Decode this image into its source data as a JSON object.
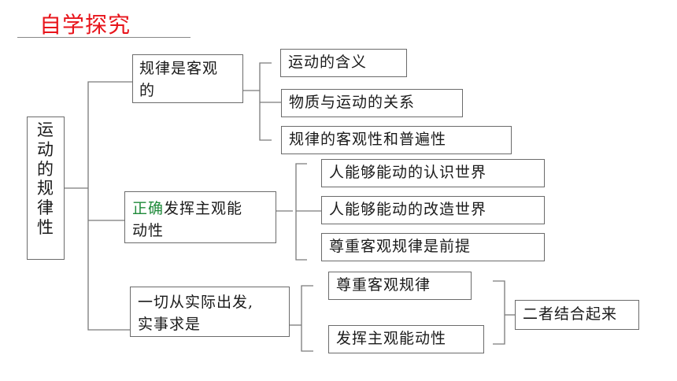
{
  "title": "自学探究",
  "root": {
    "chars": [
      "运",
      "动",
      "的",
      "规",
      "律",
      "性"
    ]
  },
  "branches": {
    "b1": {
      "line1": "规律是客观",
      "line2": "的"
    },
    "b2": {
      "emphasis": "正确",
      "rest": "发挥主观能",
      "line2": "动性"
    },
    "b3": {
      "line1": "一切从实际出发,",
      "line2": "实事求是"
    }
  },
  "leaves": {
    "b1": [
      "运动的含义",
      "物质与运动的关系",
      "规律的客观性和普遍性"
    ],
    "b2": [
      "人能够能动的认识世界",
      "人能够能动的改造世界",
      "尊重客观规律是前提"
    ],
    "b3": [
      "尊重客观规律",
      "发挥主观能动性"
    ]
  },
  "final": "二者结合起来",
  "colors": {
    "title": "#e8141b",
    "emphasis": "#1f8a3a",
    "border": "#6b6b6b",
    "line": "#7a7a7a"
  }
}
